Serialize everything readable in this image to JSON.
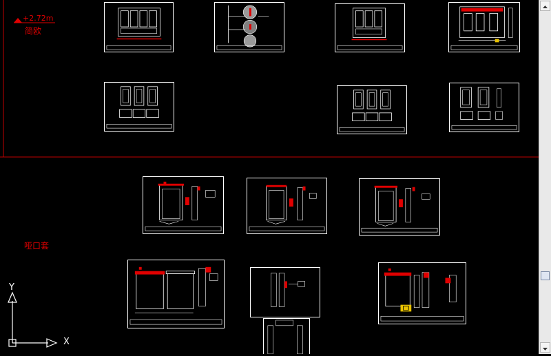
{
  "drawing": {
    "level_marker": "+2.72m",
    "section_top_label": "简欧",
    "section_mid_label": "哑口套"
  },
  "ucs": {
    "x_label": "X",
    "y_label": "Y"
  },
  "colors": {
    "background": "#000000",
    "line": "#ffffff",
    "accent": "#e00000",
    "highlight": "#e8c200"
  },
  "scrollbar": {
    "up_icon": "arrow-up-icon",
    "down_icon": "arrow-down-icon"
  }
}
